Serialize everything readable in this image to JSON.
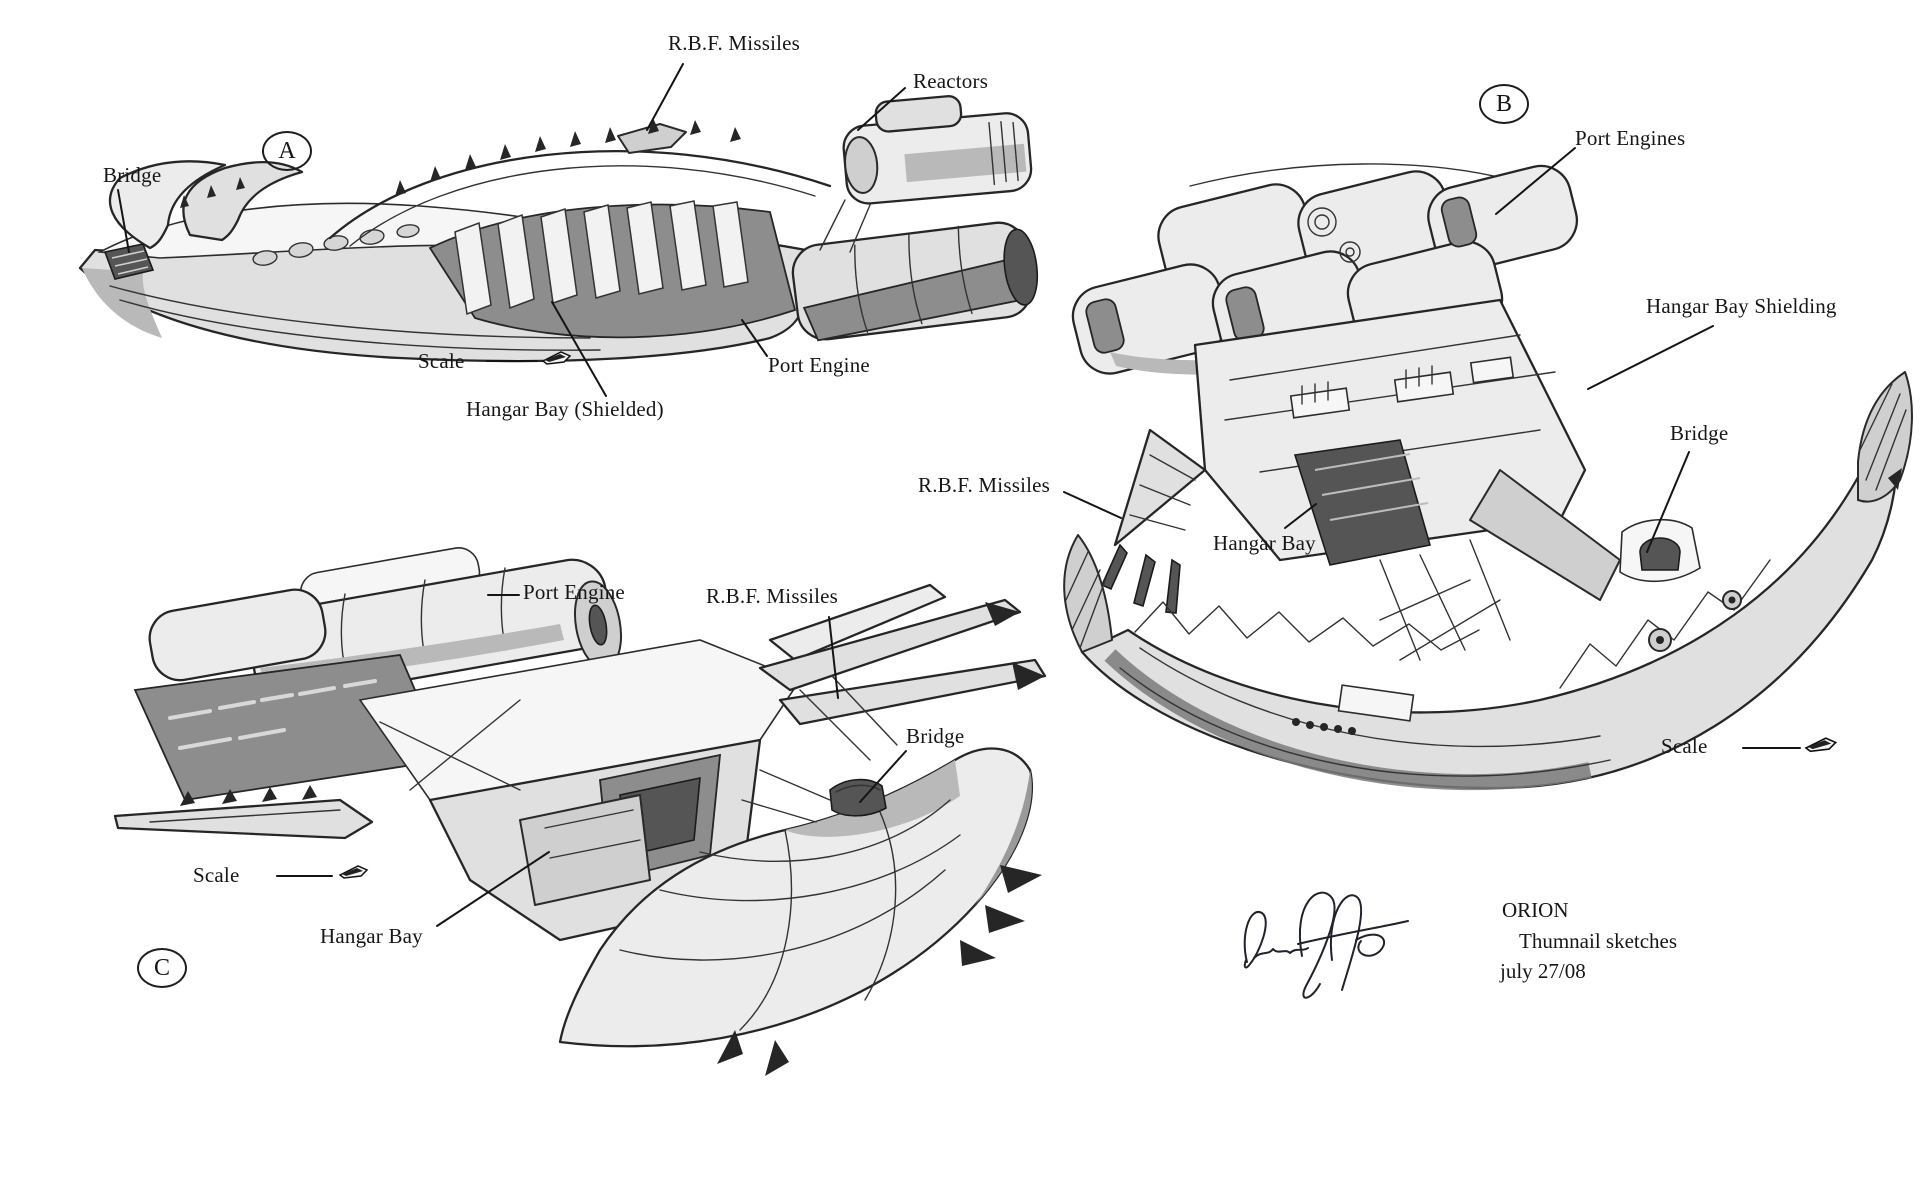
{
  "paper": {
    "background": "#ffffff",
    "ink": "#1c1c1c"
  },
  "title_block": {
    "title": "ORION",
    "subtitle": "Thumnail sketches",
    "date": "july 27/08"
  },
  "sketch_a": {
    "badge": "A",
    "labels": {
      "rbf_missiles": "R.B.F. Missiles",
      "reactors": "Reactors",
      "bridge": "Bridge",
      "scale": "Scale",
      "hangar_bay_shielded": "Hangar Bay (Shielded)",
      "port_engine": "Port Engine"
    }
  },
  "sketch_b": {
    "badge": "B",
    "labels": {
      "port_engines": "Port Engines",
      "hangar_bay_shielding": "Hangar Bay Shielding",
      "bridge": "Bridge",
      "rbf_missiles": "R.B.F. Missiles",
      "hangar_bay": "Hangar Bay",
      "scale": "Scale"
    }
  },
  "sketch_c": {
    "badge": "C",
    "labels": {
      "port_engine": "Port Engine",
      "rbf_missiles": "R.B.F. Missiles",
      "bridge": "Bridge",
      "scale": "Scale",
      "hangar_bay": "Hangar Bay"
    }
  },
  "icons": {
    "scale_marker": "tiny-ship-scale-glyph",
    "signature": "artist-signature"
  }
}
